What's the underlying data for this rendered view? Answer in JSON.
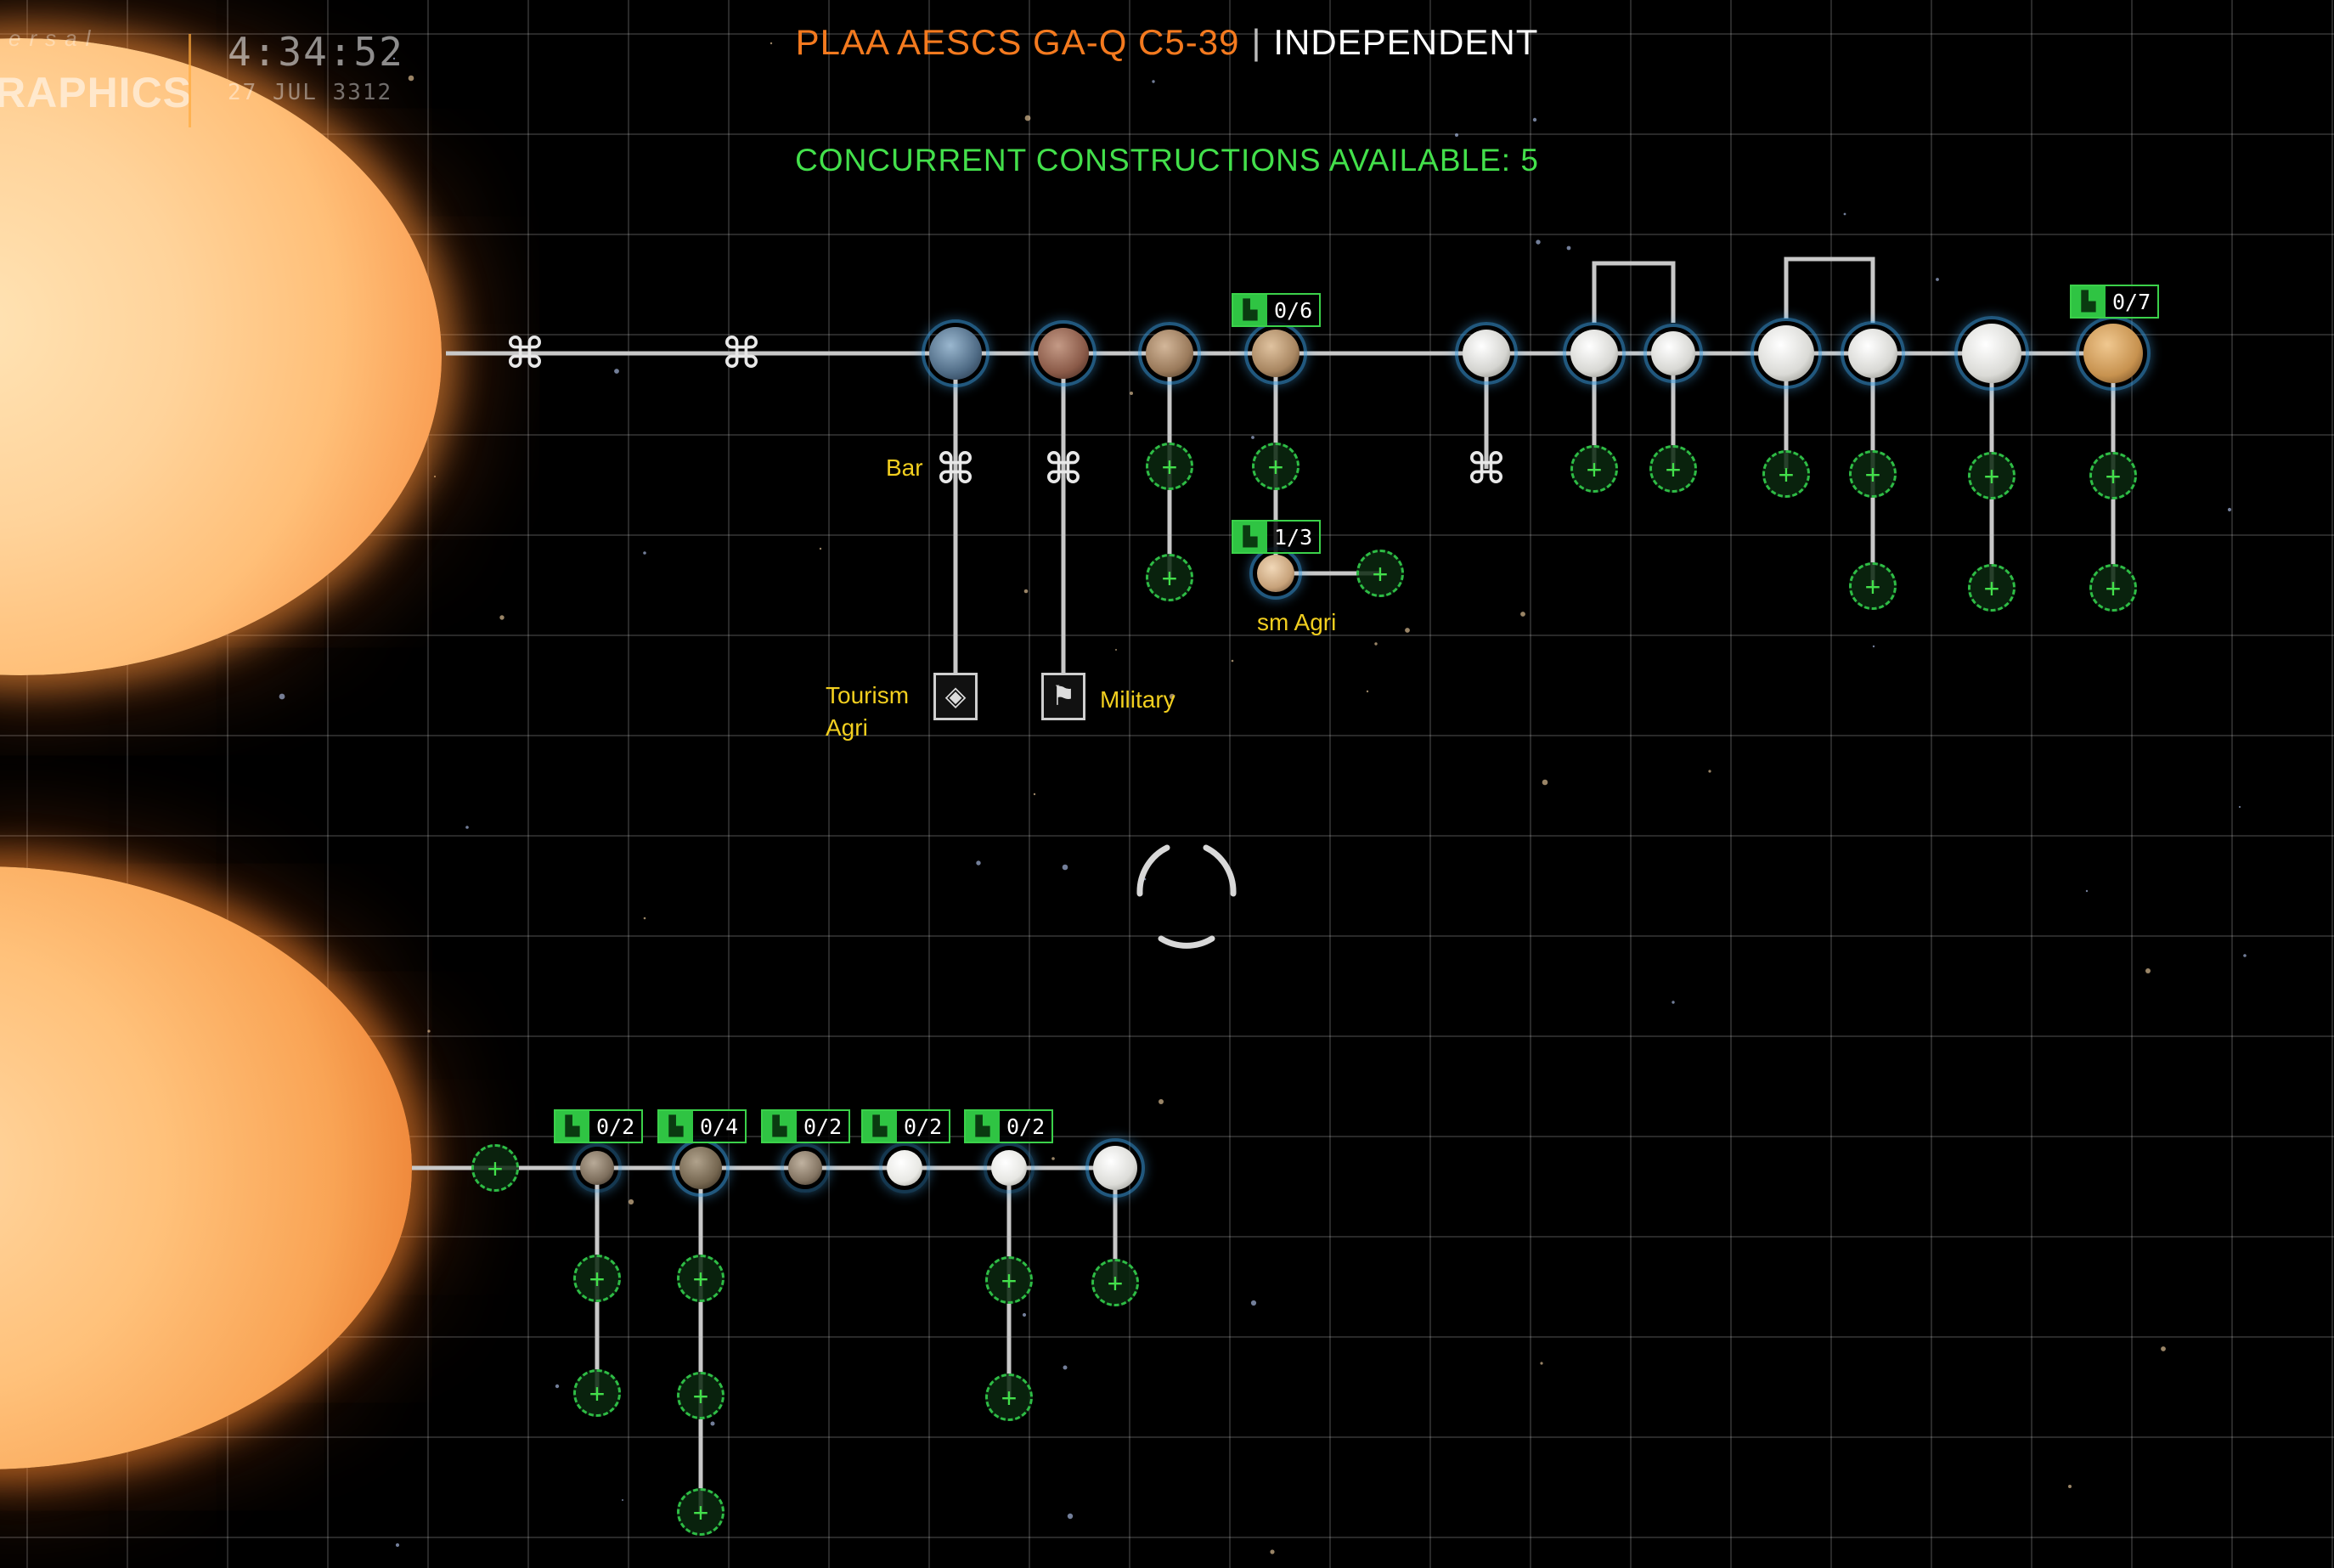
{
  "header": {
    "system_name": "PLAA AESCS GA-Q C5-39",
    "separator": "|",
    "allegiance": "INDEPENDENT",
    "concurrent_constructions": "CONCURRENT CONSTRUCTIONS AVAILABLE: 5"
  },
  "clock": {
    "brand_top": "ersal",
    "brand": "RAPHICS",
    "time": "4:34:52",
    "date": "27 JUL 3312"
  },
  "colors": {
    "system_name": "#f47a1f",
    "allegiance": "#ffffff",
    "construction_green": "#43e04b",
    "annotation_yellow": "#f2cf1f",
    "orbit_line": "#c8c8c8"
  },
  "badges": [
    {
      "id": "planet-a4",
      "count": "0/6"
    },
    {
      "id": "planet-a4-moon",
      "count": "1/3"
    },
    {
      "id": "planet-a13",
      "count": "0/7"
    },
    {
      "id": "planet-b1",
      "count": "0/2"
    },
    {
      "id": "planet-b2",
      "count": "0/4"
    },
    {
      "id": "planet-b3",
      "count": "0/2"
    },
    {
      "id": "planet-b4",
      "count": "0/2"
    },
    {
      "id": "planet-b5",
      "count": "0/2"
    }
  ],
  "annotations": {
    "bar": "Bar",
    "tourism_agri_line1": "Tourism",
    "tourism_agri_line2": "Agri",
    "military": "Military",
    "sm_agri": "sm Agri"
  },
  "icons": {
    "station": "starport-icon",
    "tourism_facility": "tourism-facility-icon",
    "military_facility": "military-facility-icon",
    "empty_slot": "add-construction-slot-icon",
    "badge": "construction-site-icon",
    "reticle": "target-reticle-icon"
  }
}
